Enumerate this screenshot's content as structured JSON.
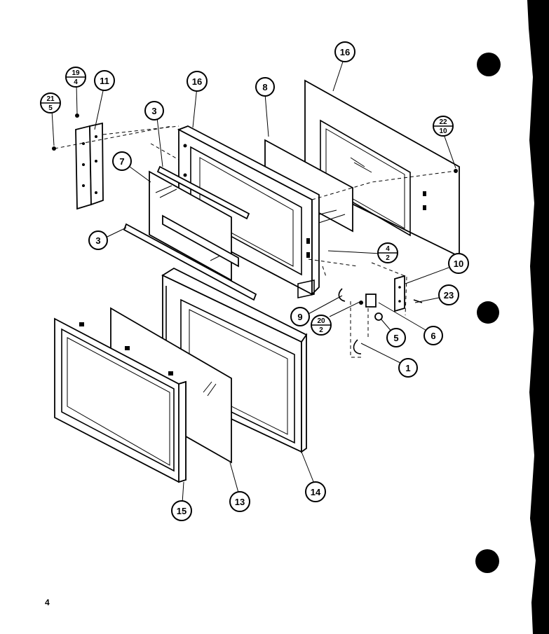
{
  "page_number": "4",
  "callouts": [
    {
      "id": "c1",
      "label": "1"
    },
    {
      "id": "c3a",
      "label": "3"
    },
    {
      "id": "c3b",
      "label": "3"
    },
    {
      "id": "c5",
      "label": "5"
    },
    {
      "id": "c6",
      "label": "6"
    },
    {
      "id": "c7",
      "label": "7"
    },
    {
      "id": "c8",
      "label": "8"
    },
    {
      "id": "c9",
      "label": "9"
    },
    {
      "id": "c10",
      "label": "10"
    },
    {
      "id": "c11",
      "label": "11"
    },
    {
      "id": "c13",
      "label": "13"
    },
    {
      "id": "c14",
      "label": "14"
    },
    {
      "id": "c15",
      "label": "15"
    },
    {
      "id": "c16a",
      "label": "16"
    },
    {
      "id": "c16b",
      "label": "16"
    },
    {
      "id": "c23",
      "label": "23"
    }
  ],
  "fraction_callouts": [
    {
      "id": "f19",
      "top": "19",
      "bottom": "4"
    },
    {
      "id": "f21",
      "top": "21",
      "bottom": "5"
    },
    {
      "id": "f22",
      "top": "22",
      "bottom": "10"
    },
    {
      "id": "f4",
      "top": "4",
      "bottom": "2"
    },
    {
      "id": "f20",
      "top": "20",
      "bottom": "2"
    }
  ],
  "colors": {
    "ink": "#000000",
    "paper": "#ffffff"
  }
}
